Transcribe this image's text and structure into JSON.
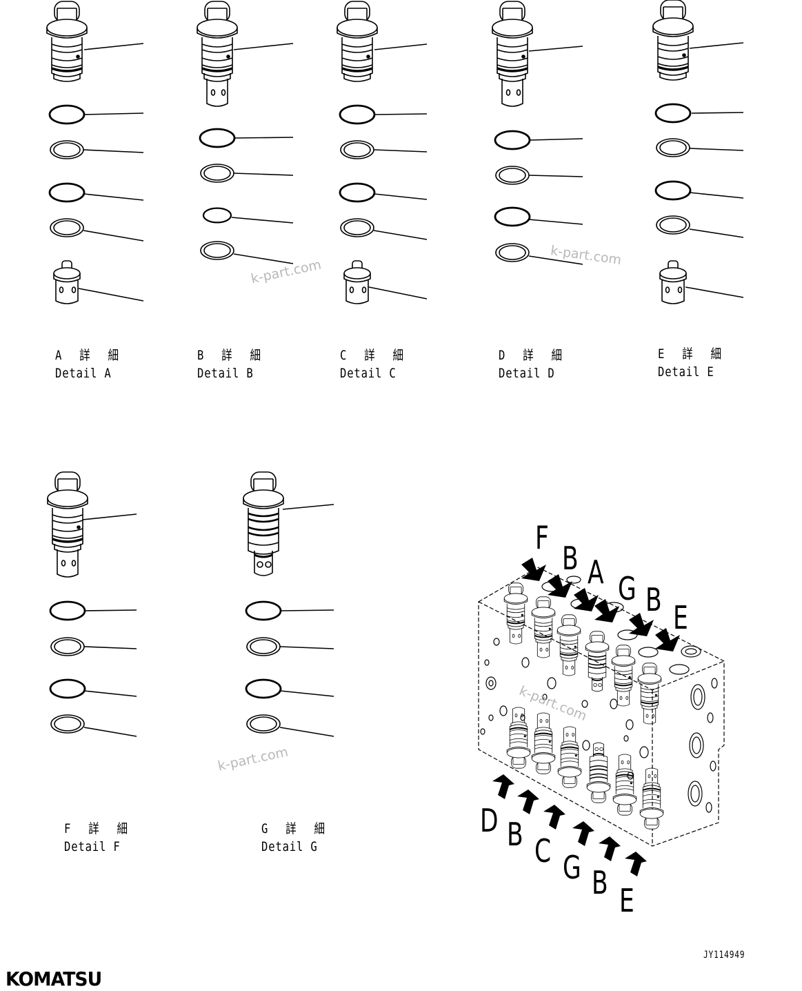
{
  "document": {
    "brand": "KOMATSU",
    "drawing_code": "JY114949",
    "watermark_text": "k-part.com"
  },
  "details": [
    {
      "id": "A",
      "jp": "A 詳 細",
      "en": "Detail A"
    },
    {
      "id": "B",
      "jp": "B 詳 細",
      "en": "Detail B"
    },
    {
      "id": "C",
      "jp": "C 詳 細",
      "en": "Detail C"
    },
    {
      "id": "D",
      "jp": "D 詳 細",
      "en": "Detail D"
    },
    {
      "id": "E",
      "jp": "E 詳 細",
      "en": "Detail E"
    },
    {
      "id": "F",
      "jp": "F 詳 細",
      "en": "Detail F"
    },
    {
      "id": "G",
      "jp": "G 詳 細",
      "en": "Detail G"
    }
  ],
  "assembly_view": {
    "top_arrow_letters": [
      "F",
      "B",
      "A",
      "G",
      "B",
      "E"
    ],
    "bottom_arrow_letters": [
      "D",
      "B",
      "C",
      "G",
      "B",
      "E"
    ]
  }
}
